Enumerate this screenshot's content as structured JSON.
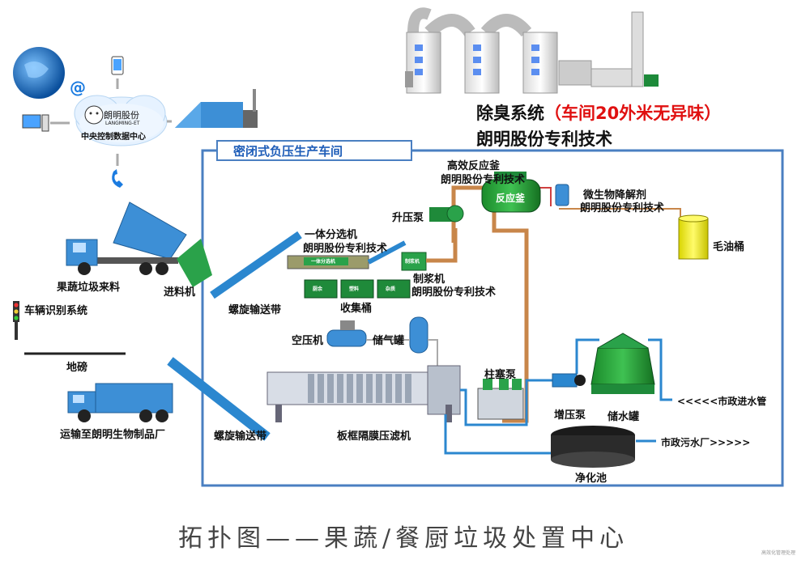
{
  "page_title": "拓扑图——果蔬/餐厨垃圾处置中心",
  "watermark": "高效化管理处理",
  "deodor": {
    "title": "除臭系统",
    "highlight": "（车间20外米无异味）",
    "patent": "朗明股份专利技术",
    "highlight_color": "#e01010"
  },
  "workshop_title": "密闭式负压生产车间",
  "control_center": {
    "brand": "朗明股份",
    "brand_en": "LANGMING-ET",
    "caption": "中央控制数据中心",
    "at_symbol": "@"
  },
  "labels": {
    "fruit_truck": "果蔬垃圾来料",
    "feeder": "进料机",
    "vehicle_id": "车辆识别系统",
    "weighbridge": "地磅",
    "transport": "运输至朗明生物制品厂",
    "screw_conveyor_1": "螺旋输送带",
    "screw_conveyor_2": "螺旋输送带",
    "sorter_1": "一体分选机",
    "sorter_2": "朗明股份专利技术",
    "collect_bin": "收集桶",
    "pulper_1": "制浆机",
    "pulper_2": "朗明股份专利技术",
    "booster_pump_top": "升压泵",
    "reactor_title_1": "高效反应釜",
    "reactor_title_2": "朗明股份专利技术",
    "reactor_tank": "反应釜",
    "microbe_1": "微生物降解剂",
    "microbe_2": "朗明股份专利技术",
    "oil_barrel": "毛油桶",
    "air_compressor": "空压机",
    "gas_tank": "储气罐",
    "piston_pump": "柱塞泵",
    "filter_press": "板框隔膜压滤机",
    "booster_pump_bottom": "增压泵",
    "water_tank": "储水罐",
    "municipal_water": "<<<<<市政进水管",
    "municipal_sewage": "市政污水厂>>>>>",
    "purify_pool": "净化池"
  },
  "machine_tags": {
    "sorter_plate": "一体分选机",
    "pulper_plate": "制浆机",
    "bin_1": "厨余",
    "bin_2": "塑料",
    "bin_3": "杂质"
  },
  "colors": {
    "blue": "#3d8fd6",
    "green": "#1f8a3a",
    "frame": "#4a7fc1",
    "pipe": "#c8864a"
  }
}
